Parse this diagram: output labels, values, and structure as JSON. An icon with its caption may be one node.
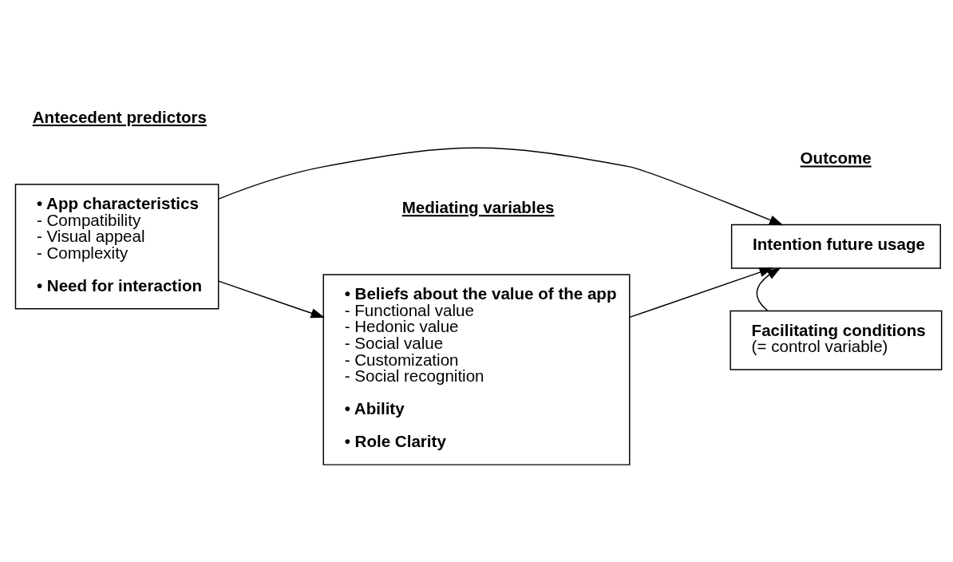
{
  "diagram": {
    "nodes": [
      {
        "text": [
          "• App characteristics",
          "- Compatibility",
          "- Visual appeal",
          "- Complexity",
          "• Need for interaction"
        ]
      },
      {
        "text": [
          "• Beliefs about the value of the app",
          "- Functional value",
          "- Hedonic value",
          "- Social value",
          "- Customization",
          "- Social recognition",
          "• Ability",
          "• Role Clarity"
        ]
      },
      {
        "text": [
          "Intention future usage"
        ]
      },
      {
        "text": [
          "Facilitating conditions",
          "(= control variable)"
        ]
      }
    ],
    "edges": [
      {
        "from": 0,
        "to": 1,
        "arrow": "to"
      },
      {
        "from": 1,
        "to": 2,
        "arrow": "to"
      },
      {
        "from": 0,
        "to": 2,
        "arrow": "to"
      },
      {
        "from": 3,
        "to": 2,
        "arrow": "to"
      }
    ],
    "labels": [
      "Antecedent predictors",
      "Mediating variables",
      "Outcome"
    ]
  }
}
